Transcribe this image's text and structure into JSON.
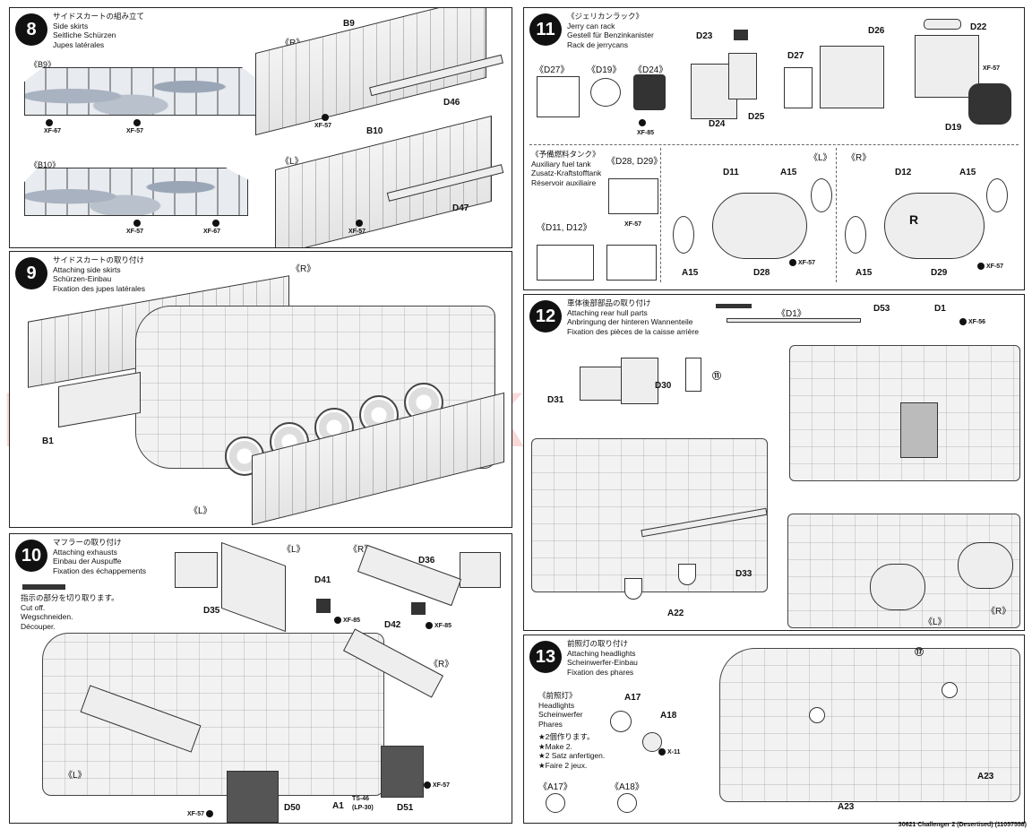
{
  "step8": {
    "num": "8",
    "title": [
      "サイドスカートの組み立て",
      "Side skirts",
      "Seitliche Schürzen",
      "Jupes latérales"
    ],
    "parts": {
      "b9_tag": "《B9》",
      "b10_tag": "《B10》",
      "r_tag": "《R》",
      "l_tag": "《L》",
      "b9": "B9",
      "b10": "B10",
      "d46": "D46",
      "d47": "D47"
    },
    "paints": {
      "xf67a": "XF-67",
      "xf57a": "XF-57",
      "xf57b": "XF-57",
      "xf57c": "XF-57",
      "xf67b": "XF-67",
      "xf57d": "XF-57"
    }
  },
  "step9": {
    "num": "9",
    "title": [
      "サイドスカートの取り付け",
      "Attaching side skirts",
      "Schürzen-Einbau",
      "Fixation des jupes latérales"
    ],
    "parts": {
      "r_tag": "《R》",
      "l_tag": "《L》",
      "b1": "B1"
    }
  },
  "step10": {
    "num": "10",
    "title": [
      "マフラーの取り付け",
      "Attaching exhausts",
      "Einbau der Auspuffe",
      "Fixation des échappements"
    ],
    "cut_note": [
      "指示の部分を切り取ります。",
      "Cut off.",
      "Wegschneiden.",
      "Découper."
    ],
    "parts": {
      "l_tag": "《L》",
      "r_tag": "《R》",
      "r_tag2": "《R》",
      "l_tag2": "《L》",
      "d36": "D36",
      "d41": "D41",
      "d35": "D35",
      "d42": "D42",
      "d50": "D50",
      "d51": "D51",
      "a1": "A1"
    },
    "paints": {
      "xf85a": "XF-85",
      "xf85b": "XF-85",
      "xf57a": "XF-57",
      "xf57b": "XF-57",
      "ts46": "TS-46",
      "lp30": "(LP-30)"
    }
  },
  "step11": {
    "num": "11",
    "title": [
      "《ジェリカンラック》",
      "Jerry can rack",
      "Gestell für Benzinkanister",
      "Rack de jerrycans"
    ],
    "parts": {
      "d23": "D23",
      "d26": "D26",
      "d22": "D22",
      "d27tag": "《D27》",
      "d19tag": "《D19》",
      "d24tag": "《D24》",
      "d27": "D27",
      "d24": "D24",
      "d25": "D25",
      "d19": "D19"
    },
    "paints": {
      "xf57": "XF-57",
      "xf85": "XF-85"
    },
    "aux": {
      "title": [
        "《予備燃料タンク》",
        "Auxiliary fuel tank",
        "Zusatz-Kraftstofftank",
        "Réservoir auxiliaire"
      ],
      "d28d29": "《D28, D29》",
      "d11d12": "《D11, D12》",
      "xf57": "XF-57",
      "l_tag": "《L》",
      "r_tag": "《R》",
      "d11": "D11",
      "a15a": "A15",
      "a15b": "A15",
      "d28": "D28",
      "xf57b": "XF-57",
      "d12": "D12",
      "a15c": "A15",
      "a15d": "A15",
      "d29": "D29",
      "xf57c": "XF-57",
      "r_mark": "R"
    }
  },
  "step12": {
    "num": "12",
    "title": [
      "車体後部部品の取り付け",
      "Attaching rear hull parts",
      "Anbringung der hinteren Wannenteile",
      "Fixation des pièces de la caisse arrière"
    ],
    "parts": {
      "d1tag": "《D1》",
      "d53": "D53",
      "d1": "D1",
      "xf56": "XF-56",
      "d31": "D31",
      "d30": "D30",
      "ref11": "⑪",
      "d33": "D33",
      "a22": "A22",
      "l_tag": "《L》",
      "r_tag": "《R》"
    }
  },
  "step13": {
    "num": "13",
    "title": [
      "前照灯の取り付け",
      "Attaching headlights",
      "Scheinwerfer-Einbau",
      "Fixation des phares"
    ],
    "headlights": [
      "《前照灯》",
      "Headlights",
      "Scheinwerfer",
      "Phares"
    ],
    "make2": [
      "★2個作ります。",
      "★Make 2.",
      "★2 Satz anfertigen.",
      "★Faire 2 jeux."
    ],
    "parts": {
      "a17": "A17",
      "a18": "A18",
      "a17tag": "《A17》",
      "a18tag": "《A18》",
      "a23a": "A23",
      "a23b": "A23",
      "ref17": "⑰"
    },
    "paints": {
      "x11": "X-11"
    }
  },
  "watermark": "modelartikel.cz",
  "footer": "30621 Challenger 2 (Desertised) (11057558)"
}
